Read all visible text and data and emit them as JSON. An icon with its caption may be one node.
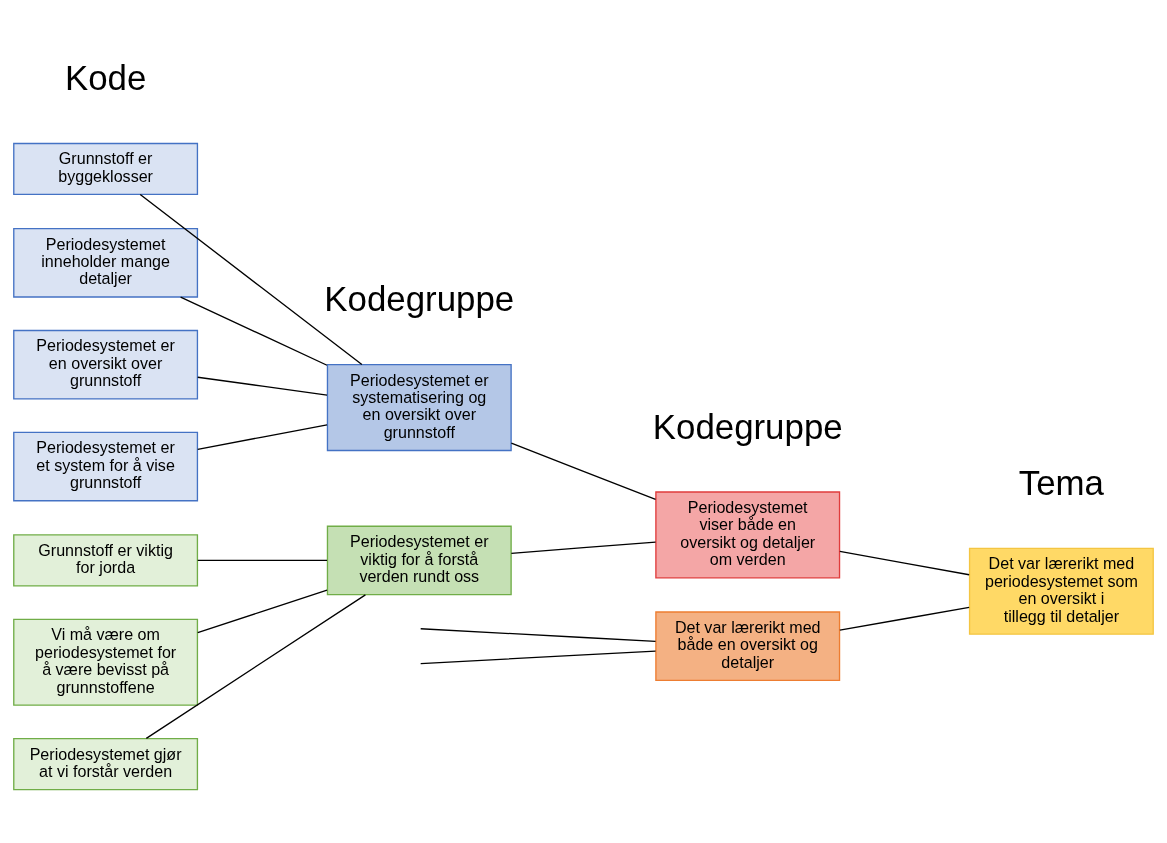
{
  "diagram": {
    "nodes": [
      {
        "text": [
          "Grunnstoff er byggeklosser"
        ]
      },
      {
        "text": [
          "Periodesystemet inneholder mange detaljer"
        ]
      },
      {
        "text": [
          "Periodesystemet er en oversikt over grunnstoff"
        ]
      },
      {
        "text": [
          "Periodesystemet er et system for å vise grunnstoff"
        ]
      },
      {
        "text": [
          "Grunnstoff er viktig for jorda"
        ]
      },
      {
        "text": [
          "Vi må være om periodesystemet for å være bevisst på grunnstoffene"
        ]
      },
      {
        "text": [
          "Periodesystemet gjør at vi forstår verden"
        ]
      },
      {
        "text": [
          "Periodesystemet er systematisering og en oversikt over grunnstoff"
        ]
      },
      {
        "text": [
          "Periodesystemet er viktig for å forstå verden rundt oss"
        ]
      },
      {
        "text": [
          "Periodesystemet viser både en oversikt og detaljer om verden"
        ]
      },
      {
        "text": [
          "Det var lærerikt med både en oversikt og detaljer"
        ]
      },
      {
        "text": [
          "Det var lærerikt med periodesystemet som en oversikt i tillegg til detaljer"
        ]
      }
    ],
    "edges": [
      {
        "from": 0,
        "to": 7,
        "arrow": "none"
      },
      {
        "from": 1,
        "to": 7,
        "arrow": "none"
      },
      {
        "from": 2,
        "to": 7,
        "arrow": "none"
      },
      {
        "from": 3,
        "to": 7,
        "arrow": "none"
      },
      {
        "from": 4,
        "to": 8,
        "arrow": "none"
      },
      {
        "from": 5,
        "to": 8,
        "arrow": "none"
      },
      {
        "from": 6,
        "to": 8,
        "arrow": "none"
      },
      {
        "from": 7,
        "to": 9,
        "arrow": "none"
      },
      {
        "from": 8,
        "to": 9,
        "arrow": "none"
      },
      {
        "from": 9,
        "to": 11,
        "arrow": "none"
      },
      {
        "from": 10,
        "to": 11,
        "arrow": "none"
      },
      {
        "from": null,
        "to": 10,
        "arrow": "none"
      },
      {
        "from": null,
        "to": 10,
        "arrow": "none"
      }
    ],
    "labels": [
      "Kode",
      "Kodegruppe",
      "Kodegruppe",
      "Tema"
    ]
  }
}
